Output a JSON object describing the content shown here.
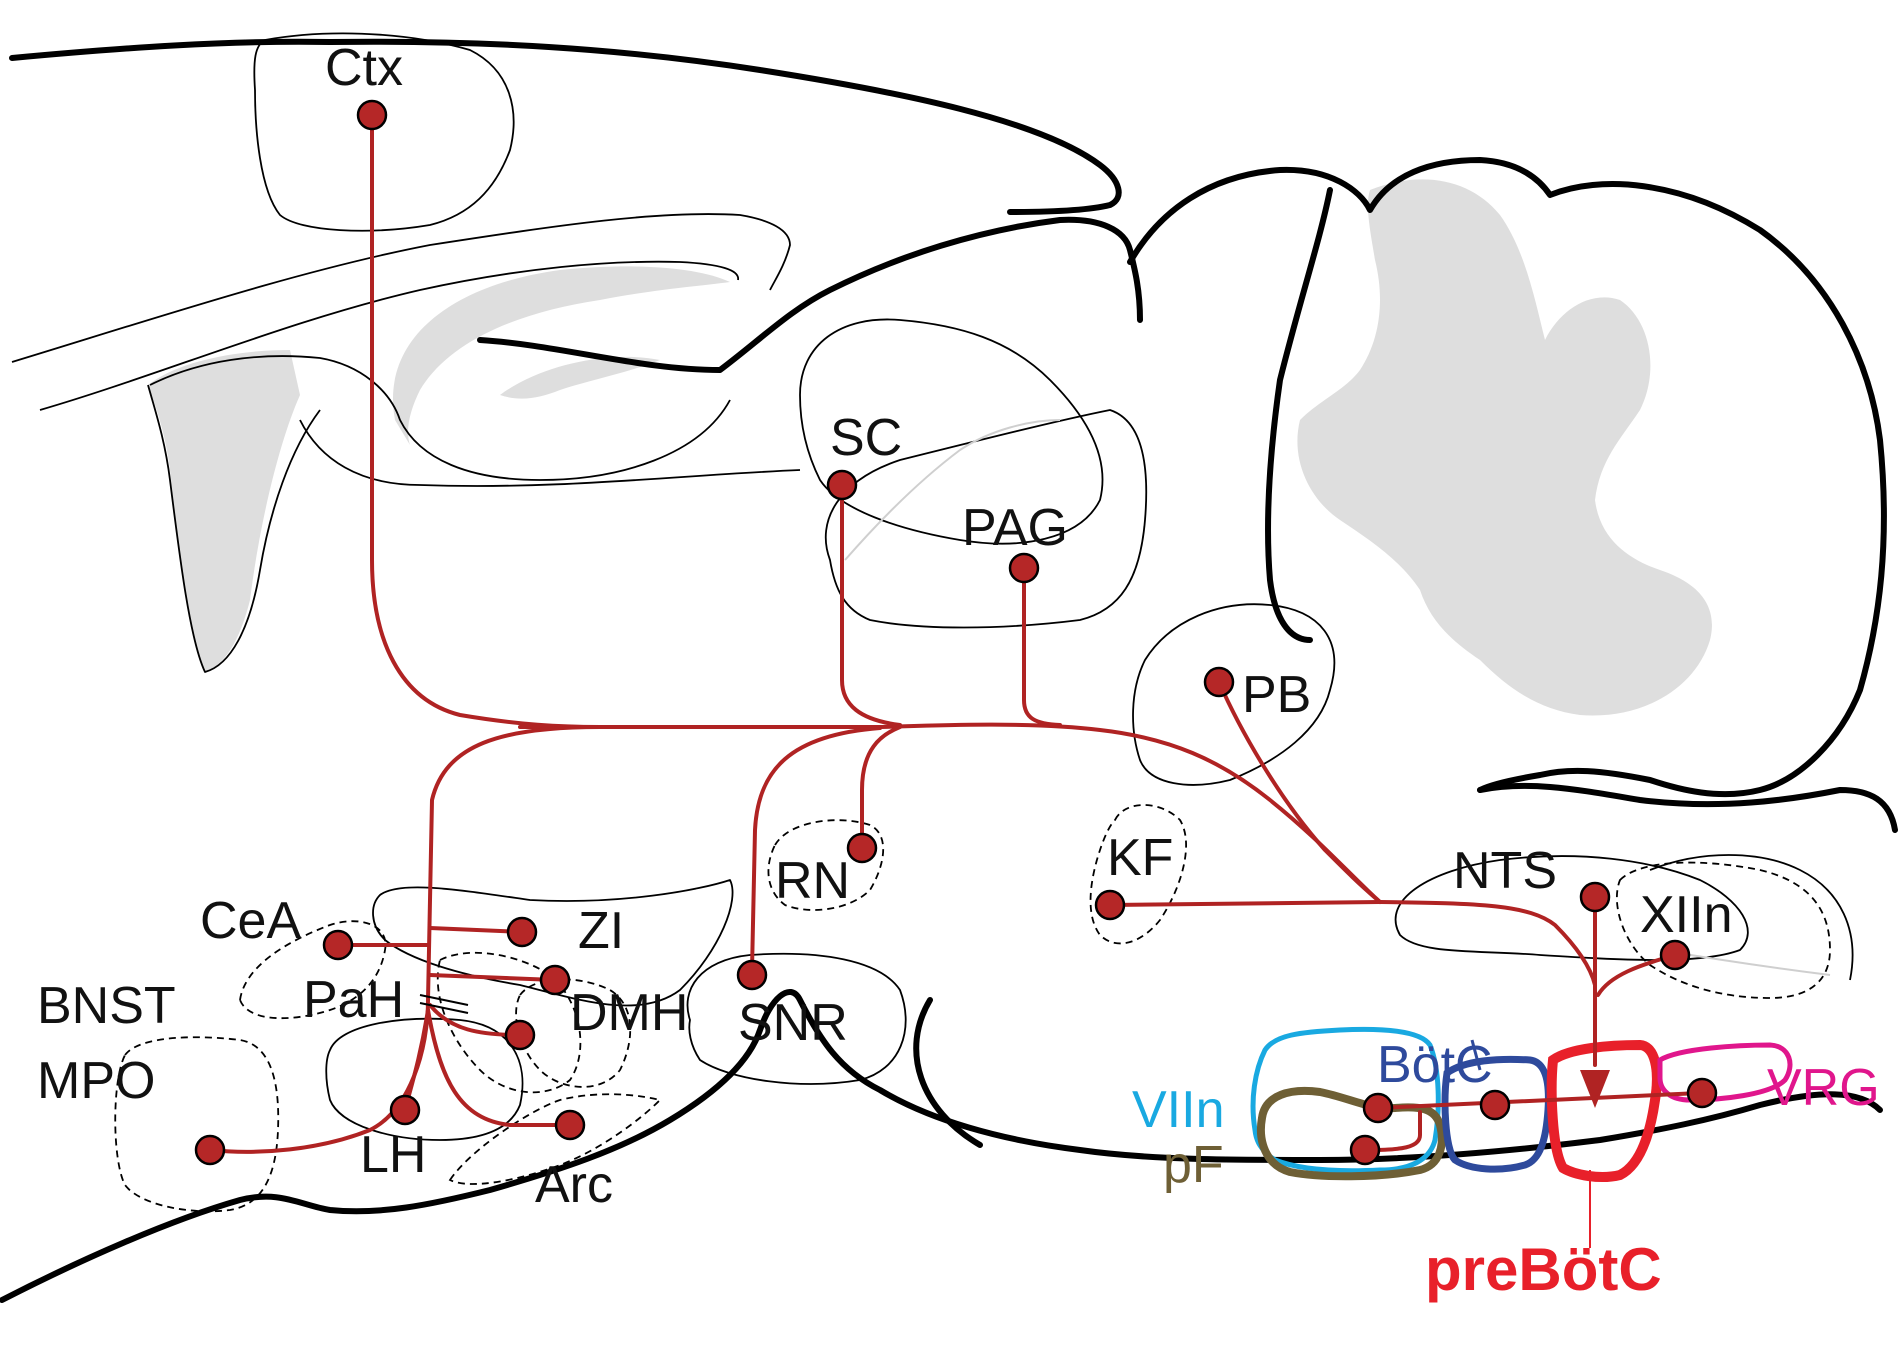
{
  "labels": {
    "ctx": "Ctx",
    "sc": "SC",
    "pag": "PAG",
    "pb": "PB",
    "kf": "KF",
    "nts": "NTS",
    "xiin": "XIIn",
    "rn": "RN",
    "snr": "SNR",
    "zi": "ZI",
    "cea": "CeA",
    "pah": "PaH",
    "dmh": "DMH",
    "bnst": "BNST",
    "mpo": "MPO",
    "lh": "LH",
    "arc": "Arc",
    "botc": "BötC",
    "viin": "VIIn",
    "vrg": "VRG",
    "pf": "pF",
    "prebotc": "preBötC"
  },
  "colors": {
    "axon": "#b02323",
    "node": "#b52727",
    "botc": "#2e4a9c",
    "viin": "#19a9e1",
    "vrg": "#e0168c",
    "pf": "#6e5f35",
    "prebotc": "#e8202a"
  }
}
